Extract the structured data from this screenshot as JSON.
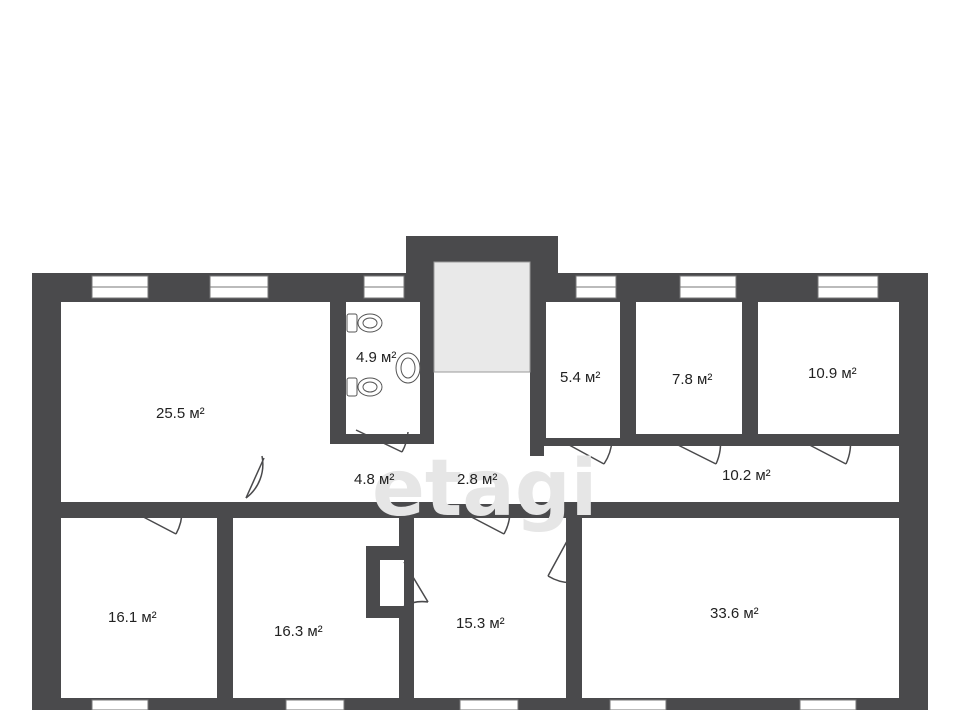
{
  "watermark": "etagi",
  "colors": {
    "wall": "#4a4a4c",
    "floor": "#ffffff",
    "shaft": "#e9e9e9",
    "window": "#ffffff",
    "text": "#222222"
  },
  "rooms": {
    "room_25_5": "25.5 м²",
    "wc_4_9": "4.9 м²",
    "room_5_4": "5.4 м²",
    "room_7_8": "7.8 м²",
    "room_10_9": "10.9 м²",
    "hall_4_8": "4.8 м²",
    "hall_2_8": "2.8 м²",
    "corridor_10_2": "10.2 м²",
    "room_16_1": "16.1 м²",
    "room_16_3": "16.3 м²",
    "room_15_3": "15.3 м²",
    "room_33_6": "33.6 м²"
  },
  "icons": [
    "toilet-icon",
    "sink-icon"
  ]
}
